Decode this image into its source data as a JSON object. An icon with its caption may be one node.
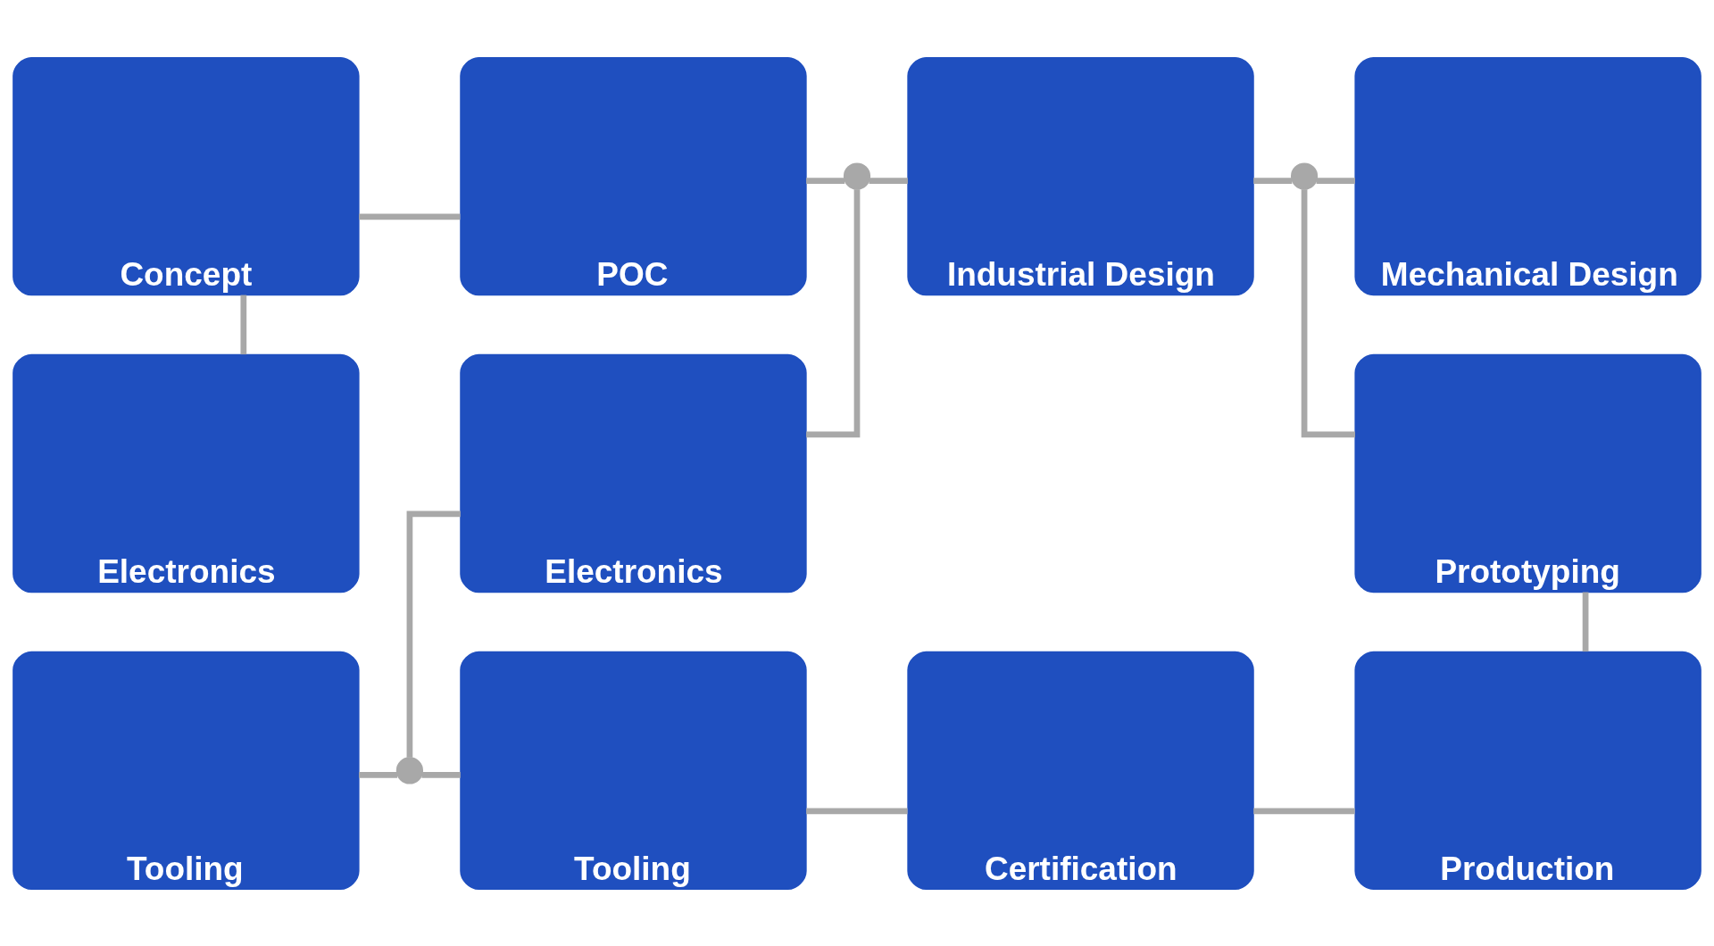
{
  "diagram": {
    "nodes": [
      {
        "text": [
          "Concept"
        ]
      },
      {
        "text": [
          "POC"
        ]
      },
      {
        "text": [],
        "shape": "circle"
      },
      {
        "text": [
          "Industrial Design"
        ]
      },
      {
        "text": [],
        "shape": "circle"
      },
      {
        "text": [
          "Mechanical Design"
        ]
      },
      {
        "text": [
          "Electronics"
        ]
      },
      {
        "text": [
          "Electronics"
        ]
      },
      {
        "text": [
          "Prototyping"
        ]
      },
      {
        "text": [
          "Tooling"
        ]
      },
      {
        "text": [],
        "shape": "circle"
      },
      {
        "text": [
          "Tooling"
        ]
      },
      {
        "text": [
          "Certification"
        ]
      },
      {
        "text": [
          "Production"
        ]
      }
    ],
    "edges": [
      {
        "from": 0,
        "to": 1,
        "arrow": "none"
      },
      {
        "from": 0,
        "to": 6,
        "arrow": "none"
      },
      {
        "from": 1,
        "to": 2,
        "arrow": "none"
      },
      {
        "from": 2,
        "to": 3,
        "arrow": "none"
      },
      {
        "from": 2,
        "to": 7,
        "arrow": "none"
      },
      {
        "from": 3,
        "to": 4,
        "arrow": "none"
      },
      {
        "from": 4,
        "to": 5,
        "arrow": "none"
      },
      {
        "from": 4,
        "to": 8,
        "arrow": "none"
      },
      {
        "from": 8,
        "to": 13,
        "arrow": "none"
      },
      {
        "from": 12,
        "to": 13,
        "arrow": "none"
      },
      {
        "from": 11,
        "to": 12,
        "arrow": "none"
      },
      {
        "from": 9,
        "to": 10,
        "arrow": "none"
      },
      {
        "from": 10,
        "to": 11,
        "arrow": "none"
      },
      {
        "from": 7,
        "to": 10,
        "arrow": "none"
      }
    ]
  }
}
